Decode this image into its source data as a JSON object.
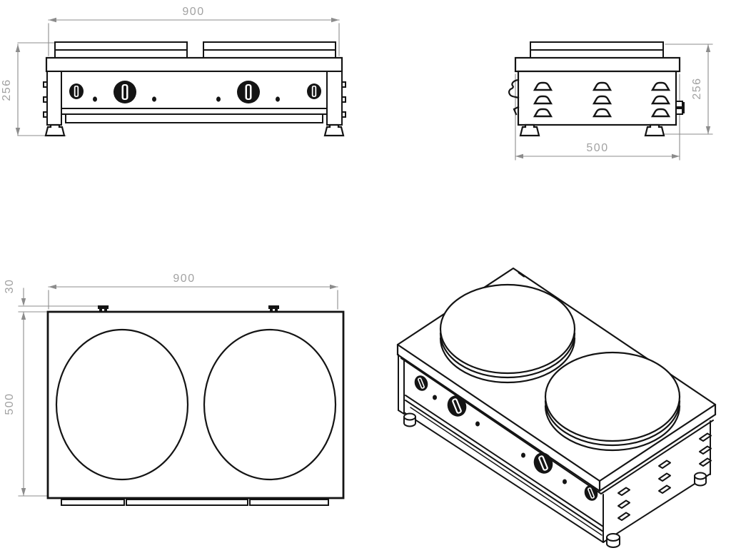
{
  "drawing": {
    "type": "technical-drawing-4-views",
    "subject": "double round-plate countertop cooker",
    "colors": {
      "line": "#141414",
      "dimension_line": "#8c8c8c",
      "dimension_text": "#a2a2a2",
      "background": "#ffffff"
    },
    "views": {
      "front": {
        "title": "front-view",
        "width": "900",
        "height": "256"
      },
      "side": {
        "title": "side-view",
        "depth": "500",
        "height": "256"
      },
      "top": {
        "title": "top-view",
        "width": "900",
        "depth": "500",
        "back_offset": "30"
      },
      "isometric": {
        "title": "isometric-view"
      }
    }
  }
}
